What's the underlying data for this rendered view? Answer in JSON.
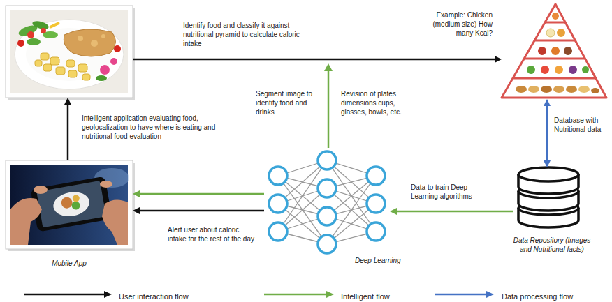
{
  "diagram": {
    "nodes": [
      {
        "text": []
      },
      {
        "text": [
          "Example: Chicken (medium size) How many Kcal?"
        ]
      },
      {
        "text": [
          "Mobile App"
        ]
      },
      {
        "text": [
          "Deep Learning"
        ]
      },
      {
        "text": [
          "Data Repository (Images and Nutritional facts)"
        ]
      }
    ],
    "edges": [
      {
        "from": 2,
        "to": 0,
        "label": "Intelligent application evaluating food, geolocalization to have where is eating and nutritional food evaluation",
        "arrow": "to"
      },
      {
        "from": 0,
        "to": 1,
        "label": "Identify food and classify it against nutritional pyramid to calculate caloric intake",
        "arrow": "to"
      },
      {
        "from": 1,
        "to": 4,
        "label": "Database with Nutritional data",
        "arrow": "both"
      },
      {
        "from": 4,
        "to": 3,
        "label": "Data to train Deep Learning algorithms",
        "arrow": "to"
      },
      {
        "from": 3,
        "to": 2,
        "arrow": "to"
      },
      {
        "from": 3,
        "to": 2,
        "label": "Alert user about caloric intake for the rest of the day",
        "arrow": "to"
      }
    ],
    "labels": [
      "Segment image to identify food and drinks",
      "Revision of plates dimensions cups, glasses, bowls, etc."
    ],
    "legend": [
      {
        "text": "User interaction flow"
      },
      {
        "text": "Intelligent flow"
      },
      {
        "text": "Data processing flow"
      }
    ]
  }
}
